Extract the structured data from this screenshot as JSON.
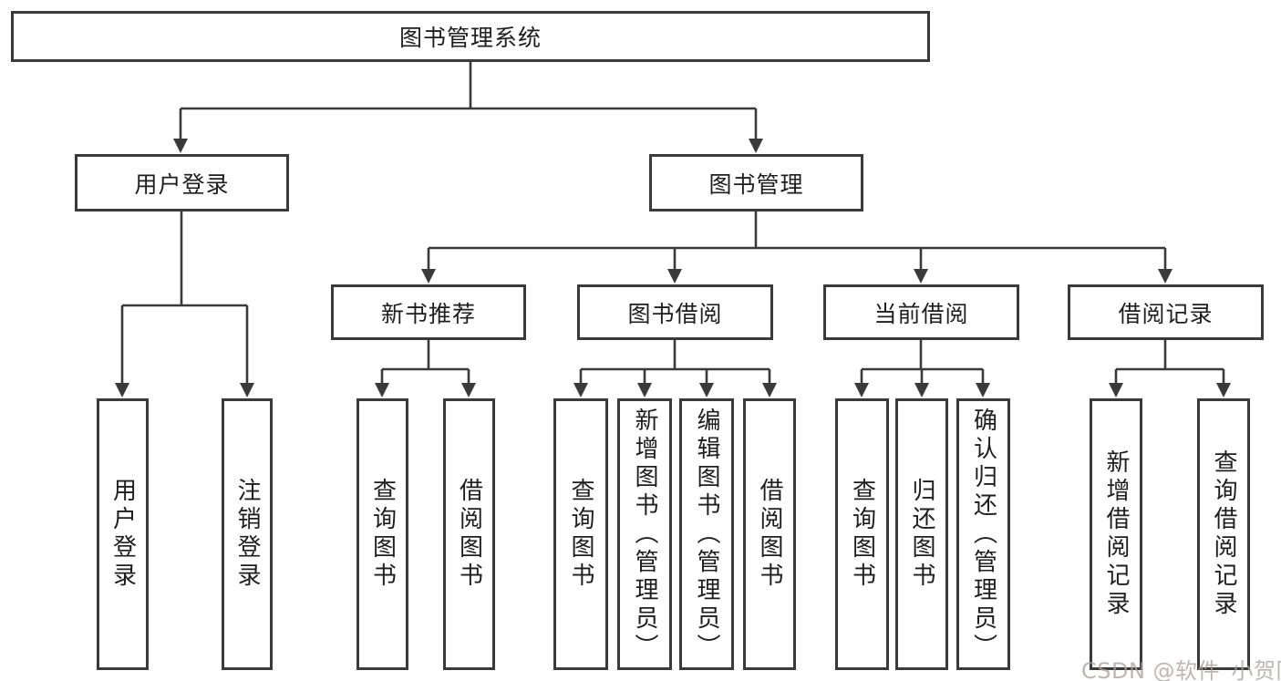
{
  "diagram": {
    "title_node": "图书管理系统",
    "level2": {
      "user_login": "用户登录",
      "book_management": "图书管理"
    },
    "level3": {
      "new_book_recommend": "新书推荐",
      "book_borrow": "图书借阅",
      "current_borrow": "当前借阅",
      "borrow_records": "借阅记录"
    },
    "leaves": {
      "user_login_login": "用户登录",
      "user_login_logout": "注销登录",
      "new_books_query": "查询图书",
      "new_books_borrow": "借阅图书",
      "book_borrow_query": "查询图书",
      "book_borrow_add_admin": "新增图书（管理员）",
      "book_borrow_edit_admin": "编辑图书（管理员）",
      "book_borrow_borrow": "借阅图书",
      "current_borrow_query": "查询图书",
      "current_borrow_return": "归还图书",
      "current_borrow_confirm_admin": "确认归还（管理员）",
      "records_add": "新增借阅记录",
      "records_query": "查询借阅记录"
    },
    "watermark": "CSDN @软件_小贺同学",
    "colors": {
      "line": "#3a3a3a",
      "box_border": "#3a3a3a",
      "text": "#1e1e1e",
      "background": "#ffffff",
      "watermark": "#aca0a0"
    }
  }
}
